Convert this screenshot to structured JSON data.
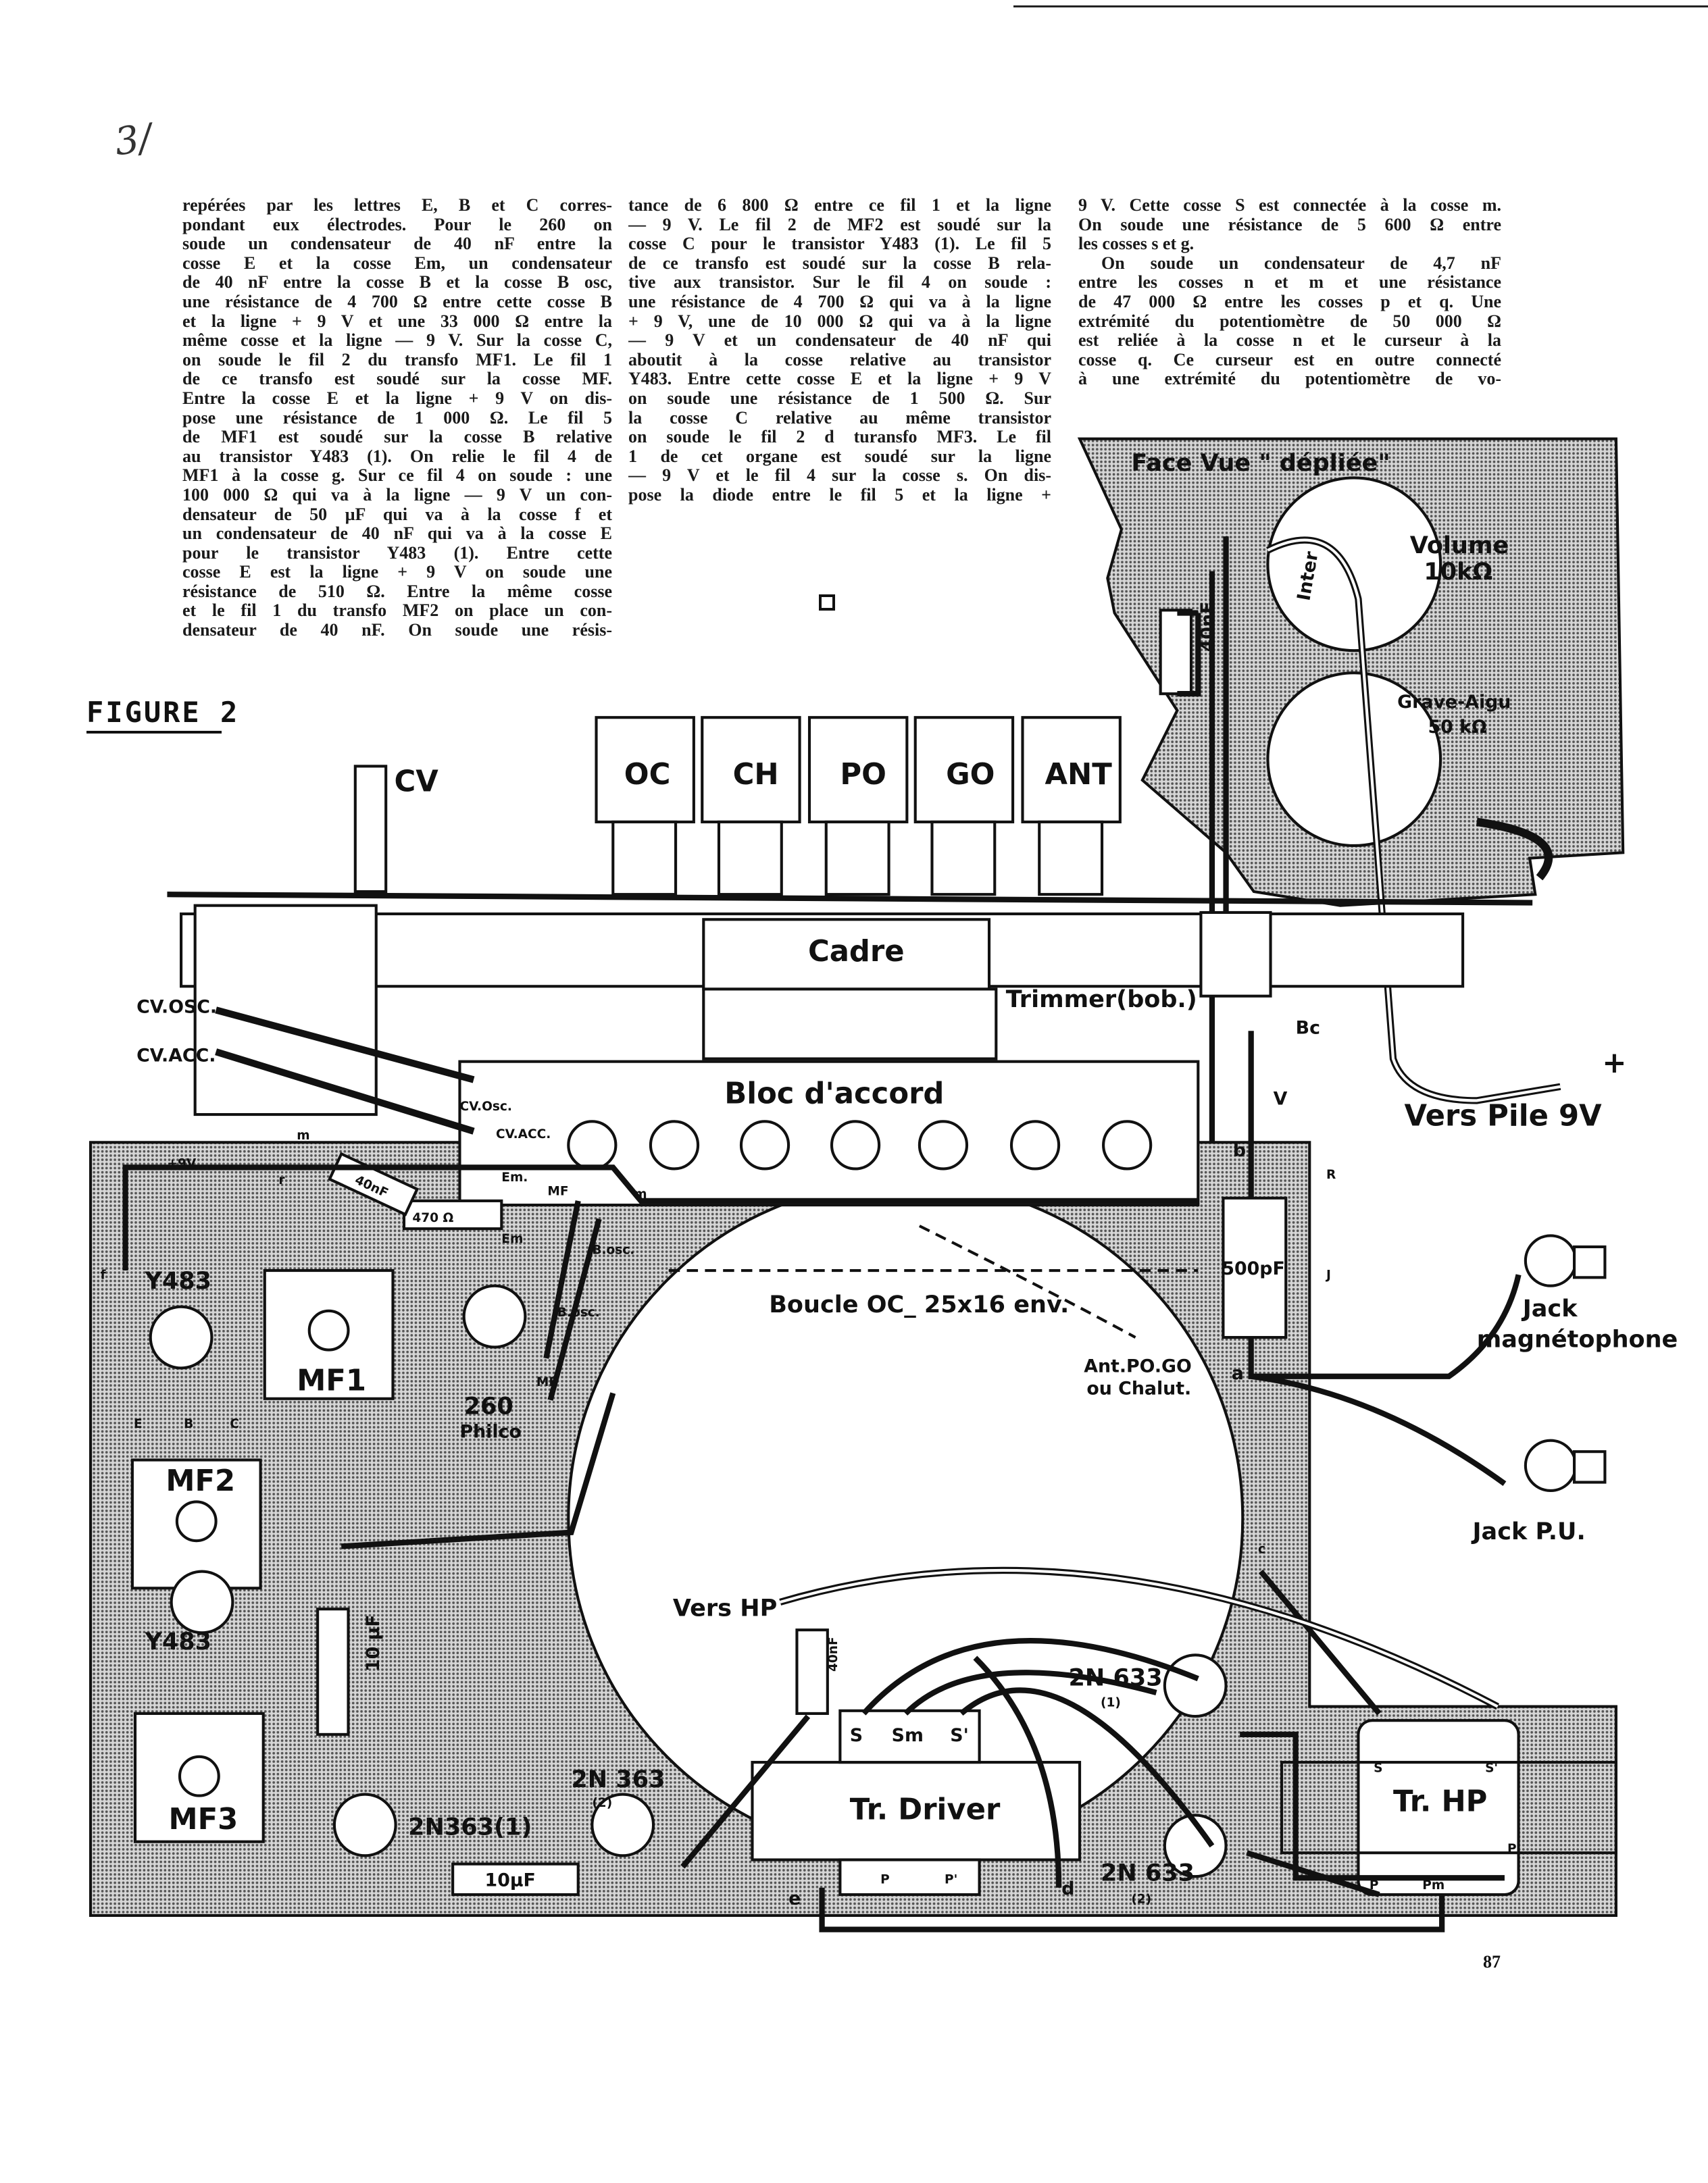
{
  "page": {
    "handwritten_mark": "3/",
    "page_number": "87",
    "figure_title": "FIGURE 2"
  },
  "text": {
    "columns": [
      {
        "lines": [
          "repérées par les lettres E, B et C corres-",
          "pondant eux électrodes. Pour le 260 on",
          "soude un condensateur de 40 nF entre la",
          "cosse E et la cosse Em, un condensateur",
          "de 40 nF entre la cosse B et la cosse B osc,",
          "une résistance de 4 700 Ω entre cette cosse B",
          "et la ligne + 9 V et une 33 000 Ω entre la",
          "même cosse et la ligne — 9 V. Sur la cosse C,",
          "on soude le fil 2 du transfo MF1. Le fil 1",
          "de ce transfo est soudé sur la cosse MF.",
          "Entre la cosse E et la ligne + 9 V on dis-",
          "pose une résistance de 1 000 Ω. Le fil 5",
          "de MF1 est soudé sur la cosse B relative",
          "au transistor Y483 (1). On relie le fil 4 de",
          "MF1 à la cosse g. Sur ce fil 4 on soude : une",
          "100 000 Ω qui va à la ligne — 9 V un con-",
          "densateur de 50 µF qui va à la cosse f et",
          "un condensateur de 40 nF qui va à la cosse E",
          "pour le transistor Y483 (1). Entre cette",
          "cosse E est la ligne + 9 V on soude une",
          "résistance de 510 Ω. Entre la même cosse",
          "et le fil 1 du transfo MF2 on place un con-",
          "densateur de 40 nF. On soude une résis-"
        ]
      },
      {
        "lines": [
          "tance de 6 800 Ω entre ce fil 1 et la ligne",
          "— 9 V. Le fil 2 de MF2 est soudé sur la",
          "cosse C pour le transistor Y483 (1). Le fil 5",
          "de ce transfo est soudé sur la cosse B rela-",
          "tive aux transistor. Sur le fil 4 on soude :",
          "une résistance de 4 700 Ω qui va à la ligne",
          "+ 9 V, une de 10 000 Ω qui va à la ligne",
          "— 9 V et un condensateur de 40 nF qui",
          "aboutit à la cosse relative au transistor",
          "Y483. Entre cette cosse E et la ligne + 9 V",
          "on soude une résistance de 1 500 Ω. Sur",
          "la cosse C relative au même transistor",
          "on soude le fil 2 d turansfo MF3. Le fil",
          "1 de cet organe est soudé sur la ligne",
          "— 9 V et le fil 4 sur la cosse s. On dis-",
          "pose la diode entre le fil 5 et la ligne +"
        ]
      },
      {
        "lines": [
          "9 V. Cette cosse S est connectée à la cosse m.",
          "On soude une résistance de 5 600 Ω entre",
          "les cosses s et g.",
          "On soude un condensateur de 4,7 nF",
          "entre les cosses n et m et une résistance",
          "de 47 000 Ω entre les cosses p et q. Une",
          "extrémité du potentiomètre de 50 000 Ω",
          "est reliée à la cosse n et le curseur à la",
          "cosse q. Ce curseur est en outre connecté",
          "à une extrémité du potentiomètre de vo-"
        ]
      }
    ]
  },
  "figure": {
    "labels": {
      "cv": "CV",
      "oc": "OC",
      "ch": "CH",
      "po": "PO",
      "go": "GO",
      "ant": "ANT",
      "cadre": "Cadre",
      "trimmer": "Trimmer(bob.)",
      "bloc": "Bloc d'accord",
      "cv_osc_left": "CV.OSC.",
      "cv_acc_left": "CV.ACC.",
      "cv_osc_bloc": "CV.Osc.",
      "cv_acc_bloc": "CV.ACC.",
      "em_bloc": "Em.",
      "mf_bloc": "MF",
      "m_bloc": "m",
      "plus9v": "+9V",
      "m_small": "m",
      "f_small": "f",
      "r_small": "r",
      "cap_40nf_a": "40nF",
      "res_470": "470 Ω",
      "y483_1": "Y483",
      "e1": "E",
      "b1": "B",
      "c1": "C",
      "mf1": "MF1",
      "em_board": "Em",
      "bosc_a": "B.osc.",
      "bosc_b": "B.osc.",
      "mf_board": "MF",
      "t260": "260",
      "philco": "Philco",
      "boucle": "Boucle OC_ 25x16 env.",
      "ant_po_go": "Ant.PO.GO",
      "ou_chalut": "ou Chalut.",
      "face_vue": "Face Vue \" dépliée\"",
      "inter": "Inter",
      "volume": "Volume",
      "volume_val": "10kΩ",
      "grave_aigu": "Grave-Aigu",
      "grave_val": "50 kΩ",
      "cap_40nf_b": "40nF",
      "bc": "Bc",
      "v": "V",
      "vers_pile": "Vers Pile 9V",
      "plus": "+",
      "b_term": "b",
      "a_term": "a",
      "r_term": "R",
      "j_term": "J",
      "cap_500pf": "500pF",
      "jack_mag_1": "Jack",
      "jack_mag_2": "magnétophone",
      "jack_pu": "Jack P.U.",
      "mf2": "MF2",
      "y483_2": "Y483",
      "cap_10uf_v": "10 µF",
      "mf3": "MF3",
      "t2n363_1": "2N363(1)",
      "cap_10uf_h": "10µF",
      "t2n363_2": "2N 363",
      "t2n363_2n": "(2)",
      "vers_hp": "Vers HP",
      "cap_40nf_c": "40nF",
      "s": "S",
      "sm": "Sm",
      "s_prime": "S'",
      "tr_driver": "Tr. Driver",
      "p": "P",
      "p_prime": "P'",
      "d": "d",
      "e": "e",
      "t2n633_1": "2N 633",
      "t2n633_1n": "(1)",
      "t2n633_2": "2N 633",
      "t2n633_2n": "(2)",
      "tr_hp": "Tr. HP",
      "hp_s": "S",
      "hp_s_prime": "S'",
      "hp_p": "P",
      "hp_pm": "Pm",
      "hp_p_prime": "P'",
      "c_term": "c"
    },
    "colors": {
      "ink": "#111111",
      "shading": "#bdbdbd"
    }
  }
}
